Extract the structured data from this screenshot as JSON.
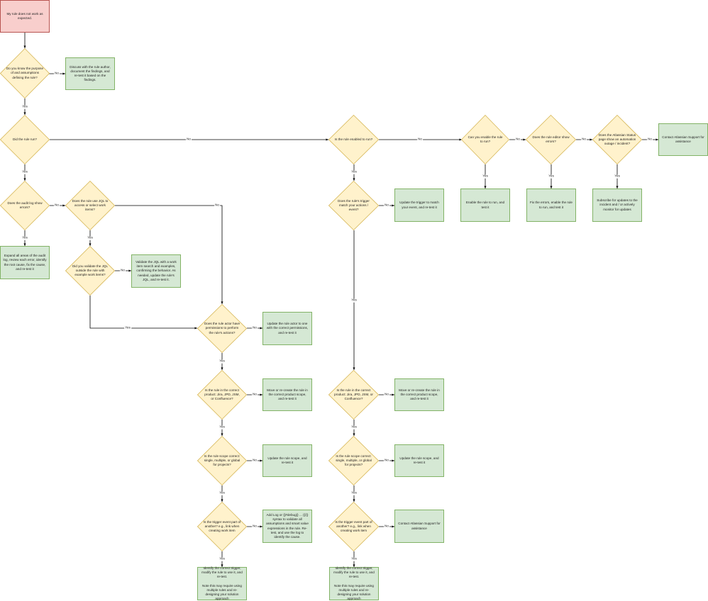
{
  "nodes": {
    "start": "My rule does not work as expected.",
    "q_purpose": "Do you know the purpose of and assumptions defining the rule?",
    "a_discuss": "Discuss with the rule author, document the findings, and re-test it based on the findings.",
    "q_run": "Did the rule run?",
    "q_enabled": "Is the rule enabled to run?",
    "q_can_enable": "Can you enable the rule to run?",
    "q_editor_errors": "Does the rule editor show errors?",
    "q_status_page": "Does the Atlassian Status page show an automation outage / incident?",
    "a_contact_support_top": "Contact Atlassian Support for assistance",
    "a_enable_rule": "Enable the rule to run, and test it",
    "a_fix_errors": "Fix the errors, enable the rule to run, and test it",
    "a_subscribe": "Subscribe for updates to the incident and / or actively monitor for updates",
    "q_audit_errors": "Does the audit log show errors?",
    "a_expand_audit": "Expand all areas of the audit log, review each error, identify the root cause, fix the cause, and re-test it",
    "q_use_jql": "Does the rule use JQL to access or select work items?",
    "q_validate_jql": "Did you validate the JQL outside the rule with example work items?",
    "a_validate_jql": "Validate the JQL with a work item search and examples, confirming the behavior. As needed, update the rule's JQL, and re-test it.",
    "q_trigger_match": "Does the rule's trigger match your actions / event?",
    "a_update_trigger": "Update the trigger to match your event, and re-test it",
    "q_permissions": "Does the rule actor have permissions to perform the rule's actions?",
    "a_update_actor": "Update the rule actor to one with the correct permissions, and re-test it",
    "q_product_left": "Is the rule in the correct product: Jira, JPD, JSM, or Confluence?",
    "a_move_left": "Move or re-create the rule in the correct product scope, and re-test it",
    "q_product_right": "Is the rule in the correct product: Jira, JPD, JSM, or Confluence?",
    "a_move_right": "Move or re-create the rule in the correct product scope, and re-test it",
    "q_scope_left": "Is the rule scope correct: single, multiple, or global for projects?",
    "a_scope_left": "Update the rule scope, and re-test it",
    "q_scope_right": "Is the rule scope correct: single, multiple, or global for projects?",
    "a_scope_right": "Update the rule scope, and re-test it",
    "q_trigger_part_left": "Is the trigger event part of another? e.g., link when creating work item",
    "a_add_log": "Add Log or {{#debug}} ... {{/}} syntax to validate all assumptions and smart value expressions in the rule. Re-test, and use the log to identify the cause.",
    "q_trigger_part_right": "Is the trigger event part of another? e.g., link when creating work item",
    "a_contact_support_bottom": "Contact Atlassian Support for assistance",
    "a_identify_left": "Identify the correct trigger, modify the rule to use it, and re-test.\n\nNote this may require using multiple rules and re-designing your solution approach",
    "a_identify_right": "Identify the correct trigger, modify the rule to use it, and re-test.\n\nNote this may require using multiple rules and re-designing your solution approach"
  },
  "edge_labels": {
    "yes": "Yes",
    "no": "No"
  },
  "colors": {
    "start_fill": "#f8cecc",
    "start_stroke": "#b85450",
    "decision_fill": "#fff2cc",
    "decision_stroke": "#d6b656",
    "action_fill": "#d5e8d4",
    "action_stroke": "#82b366",
    "edge": "#000000"
  }
}
